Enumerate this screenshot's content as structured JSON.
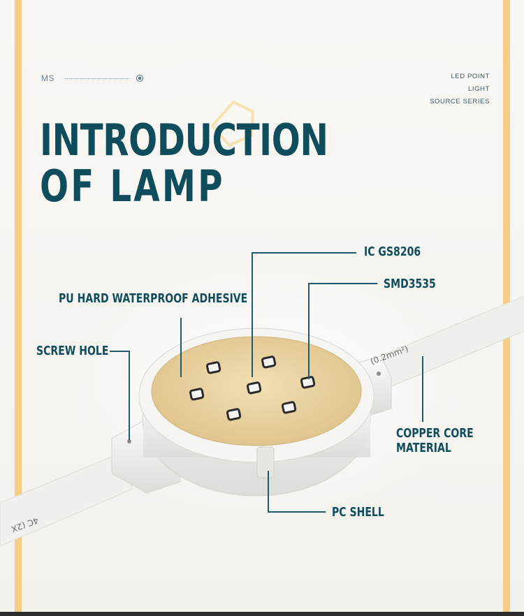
{
  "header": {
    "brand": "MS",
    "series_lines": [
      "LED POINT",
      "LIGHT",
      "SOURCE SERIES"
    ]
  },
  "title": {
    "line1": "INTRODUCTION",
    "line2": "OF LAMP"
  },
  "callouts": {
    "ic": "IC GS8206",
    "smd": "SMD3535",
    "adhesive": "PU HARD WATERPROOF ADHESIVE",
    "screw_hole": "SCREW HOLE",
    "copper_line1": "COPPER CORE",
    "copper_line2": "MATERIAL",
    "shell": "PC SHELL"
  },
  "cable_text": {
    "right": "(0.2mm²)",
    "left": "4C  (2X"
  },
  "colors": {
    "accent_bar": "#f7cd86",
    "title": "#0f4d5c",
    "leader_line": "#1e5a6b",
    "resin": "#ecd8aa"
  }
}
